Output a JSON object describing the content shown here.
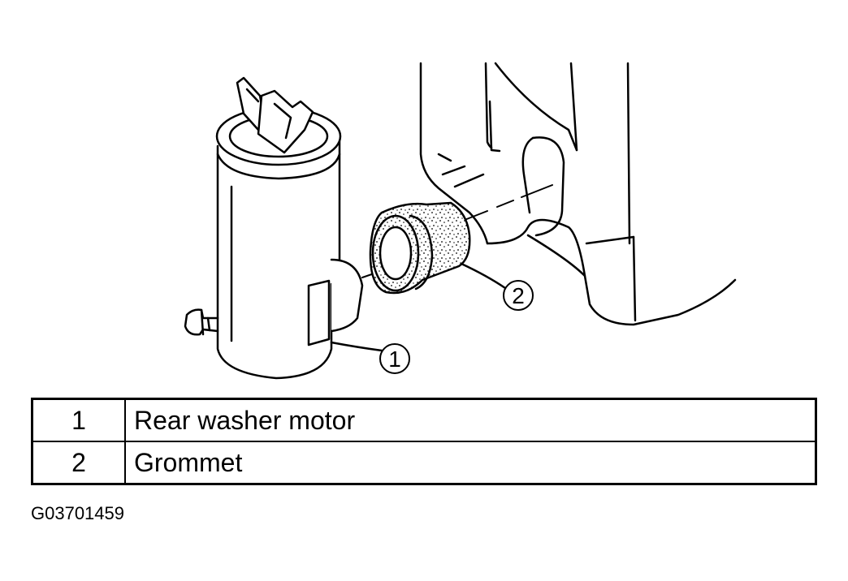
{
  "callouts": [
    {
      "number": "1"
    },
    {
      "number": "2"
    }
  ],
  "legend": {
    "rows": [
      {
        "number": "1",
        "label": "Rear washer motor"
      },
      {
        "number": "2",
        "label": "Grommet"
      }
    ]
  },
  "figure_id": "G03701459"
}
